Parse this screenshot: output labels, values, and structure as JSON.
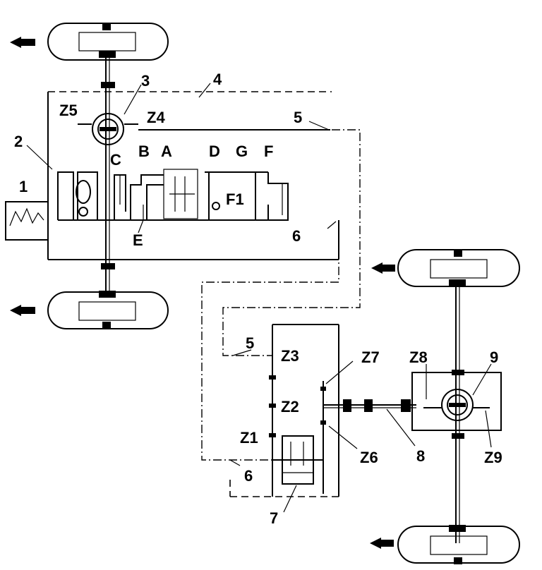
{
  "labels": {
    "l1": "1",
    "l2": "2",
    "l3": "3",
    "l4": "4",
    "l5a": "5",
    "l5b": "5",
    "l6a": "6",
    "l6b": "6",
    "l7": "7",
    "l8": "8",
    "l9": "9",
    "A": "A",
    "B": "B",
    "C": "C",
    "D": "D",
    "E": "E",
    "F": "F",
    "F1": "F1",
    "G": "G",
    "Z1": "Z1",
    "Z2": "Z2",
    "Z3": "Z3",
    "Z4": "Z4",
    "Z5": "Z5",
    "Z6": "Z6",
    "Z7": "Z7",
    "Z8": "Z8",
    "Z9": "Z9"
  },
  "colors": {
    "ink": "#000000",
    "paper": "#ffffff"
  },
  "icons": {
    "direction_arrow": "left-arrow-icon",
    "wheel": "wheel-icon",
    "differential": "differential-icon"
  }
}
